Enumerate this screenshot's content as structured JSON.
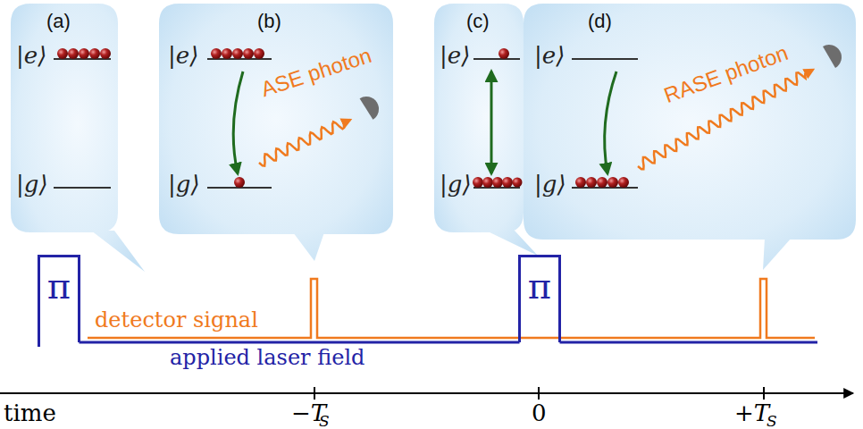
{
  "diagram": {
    "nodes": [
      {
        "text": [
          "(a)",
          "|e⟩",
          "|g⟩"
        ]
      },
      {
        "text": [
          "(b)",
          "|e⟩",
          "|g⟩",
          "ASE photon"
        ]
      },
      {
        "text": [
          "(c)",
          "|e⟩",
          "|g⟩"
        ]
      },
      {
        "text": [
          "(d)",
          "|e⟩",
          "|g⟩",
          "RASE photon"
        ]
      },
      {
        "text": [
          "π"
        ]
      },
      {
        "text": [
          "π"
        ]
      }
    ],
    "labels": [
      "detector signal",
      "applied laser field",
      "time",
      "−T",
      "S",
      "0",
      "+T",
      "S"
    ]
  }
}
